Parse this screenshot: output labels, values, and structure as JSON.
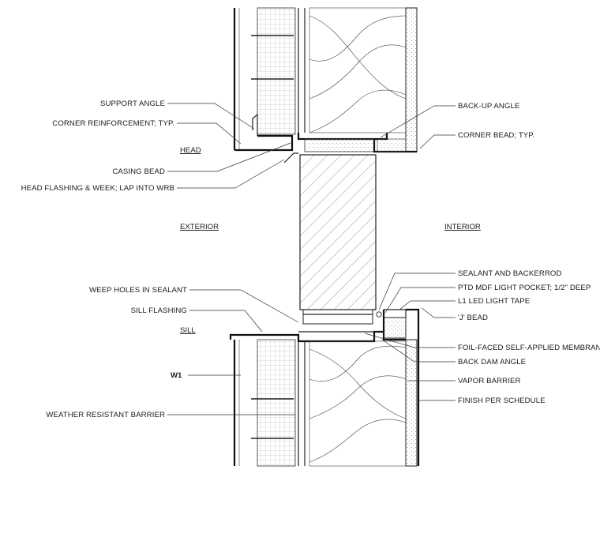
{
  "sections": {
    "head": "HEAD",
    "exterior": "EXTERIOR",
    "interior": "INTERIOR",
    "sill": "SILL"
  },
  "tag": "W1",
  "left_labels": {
    "support_angle": "SUPPORT ANGLE",
    "corner_reinforcement": "CORNER REINFORCEMENT; TYP.",
    "casing_bead": "CASING BEAD",
    "head_flashing": "HEAD FLASHING & WEEK; LAP INTO WRB",
    "weep_holes": "WEEP HOLES IN SEALANT",
    "sill_flashing": "SILL FLASHING",
    "weather_barrier": "WEATHER RESISTANT BARRIER"
  },
  "right_labels": {
    "backup_angle": "BACK-UP ANGLE",
    "corner_bead": "CORNER BEAD; TYP.",
    "sealant": "SEALANT AND BACKERROD",
    "light_pocket": "PTD MDF LIGHT POCKET; 1/2\" DEEP",
    "led_tape": "L1 LED LIGHT TAPE",
    "j_bead": "'J' BEAD",
    "foil_membrane": "FOIL-FACED SELF-APPLIED MEMBRANE",
    "back_dam": "BACK DAM ANGLE",
    "vapor_barrier": "VAPOR BARRIER",
    "finish": "FINISH PER SCHEDULE"
  }
}
